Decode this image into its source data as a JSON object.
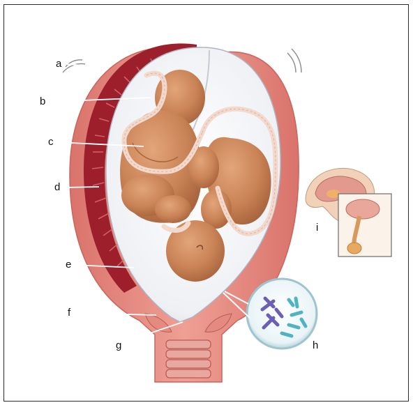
{
  "figure": {
    "labels": {
      "a": "a",
      "b": "b",
      "c": "c",
      "d": "d",
      "e": "e",
      "f": "f",
      "g": "g",
      "h": "h",
      "i": "i"
    },
    "colors": {
      "frame": "#2b2b2b",
      "uterus_wall": "#e48a80",
      "uterus_wall_dark": "#c9645c",
      "placenta": "#9e1f2c",
      "amniotic_sac": "#f2f4f7",
      "fetus_skin": "#c98356",
      "umbilical_cord": "#f3d8cc",
      "chromosome_purple": "#6c5fb3",
      "chromosome_teal": "#4fb3c2",
      "leader_line": "#ffffff"
    }
  }
}
